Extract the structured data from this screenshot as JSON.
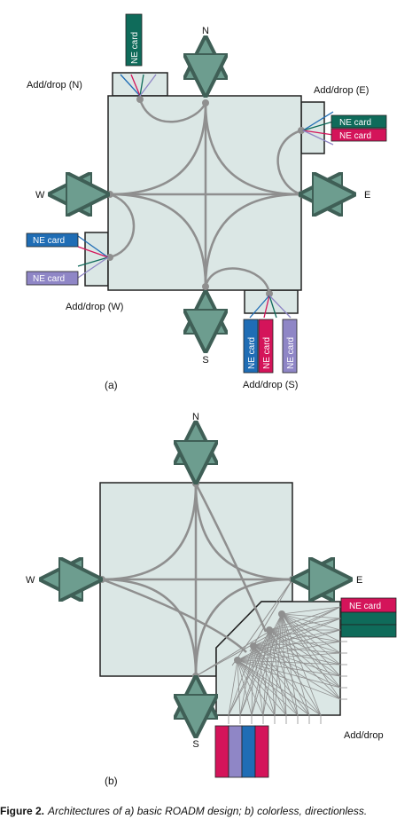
{
  "colors": {
    "fill": "#dbe7e5",
    "line": "#8f8f8f",
    "arrow": "#6d9d8f",
    "green": "#0f6b5a",
    "pink": "#d4145a",
    "blue": "#1f6db5",
    "lavender": "#8f86c6"
  },
  "diagram_a": {
    "label": "(a)",
    "directions": {
      "n": "N",
      "e": "E",
      "s": "S",
      "w": "W"
    },
    "add_drop": {
      "n": "Add/drop (N)",
      "e": "Add/drop (E)",
      "w": "Add/drop (W)",
      "s": "Add/drop (S)"
    },
    "card_label": "NE card"
  },
  "diagram_b": {
    "label": "(b)",
    "directions": {
      "n": "N",
      "e": "E",
      "w": "W",
      "s": "S"
    },
    "add_drop": "Add/drop",
    "card_label": "NE card"
  },
  "caption": {
    "prefix": "Figure 2.",
    "text": "Architectures of a) basic ROADM design; b) colorless, directionless."
  }
}
